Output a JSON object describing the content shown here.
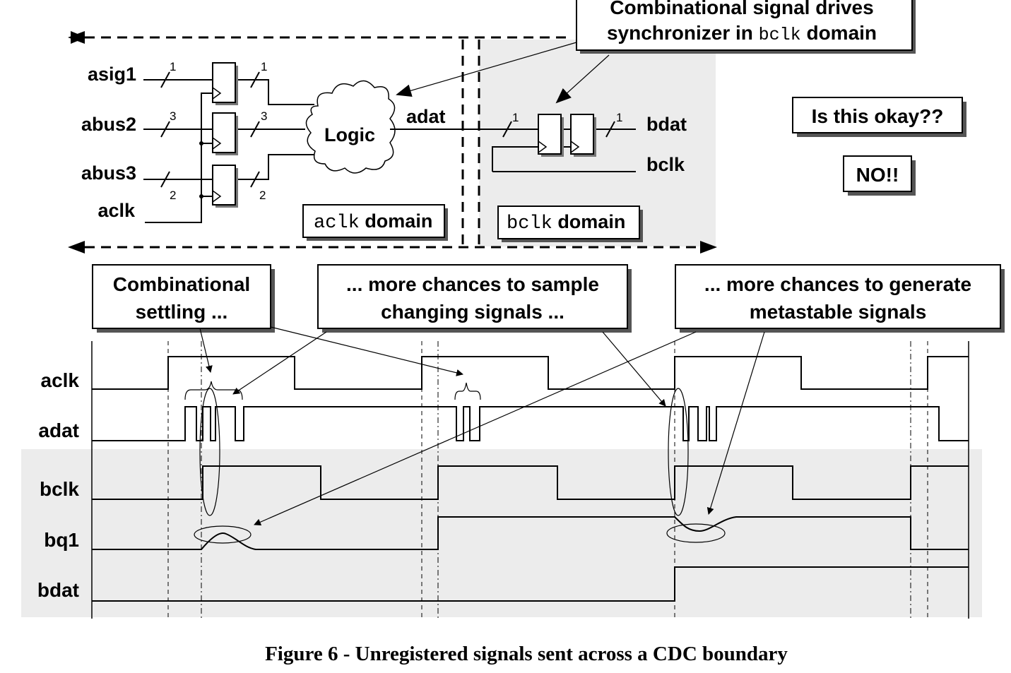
{
  "schematic": {
    "inputs": [
      "asig1",
      "abus2",
      "abus3"
    ],
    "input_widths": [
      "1",
      "3",
      "2"
    ],
    "clock_in": "aclk",
    "logic_label": "Logic",
    "adat_label": "adat",
    "sync_width_in": "1",
    "sync_width_out": "1",
    "bdat_label": "bdat",
    "bclk_label": "bclk",
    "aclk_domain": {
      "mono": "aclk",
      "text": " domain"
    },
    "bclk_domain": {
      "mono": "bclk",
      "text": " domain"
    }
  },
  "callouts": {
    "top_line1": "Combinational signal drives",
    "top_line2_pre": "synchronizer in ",
    "top_line2_mono": "bclk",
    "top_line2_post": " domain",
    "question": "Is this okay??",
    "answer": "NO!!",
    "settling_line1": "Combinational",
    "settling_line2": "settling ...",
    "sample_line1": "... more chances to sample",
    "sample_line2": "changing signals ...",
    "meta_line1": "... more chances to generate",
    "meta_line2": "metastable signals"
  },
  "waveforms": {
    "signal_names": [
      "aclk",
      "adat",
      "bclk",
      "bq1",
      "bdat"
    ]
  },
  "caption": "Figure 6 - Unregistered signals sent across a CDC boundary"
}
